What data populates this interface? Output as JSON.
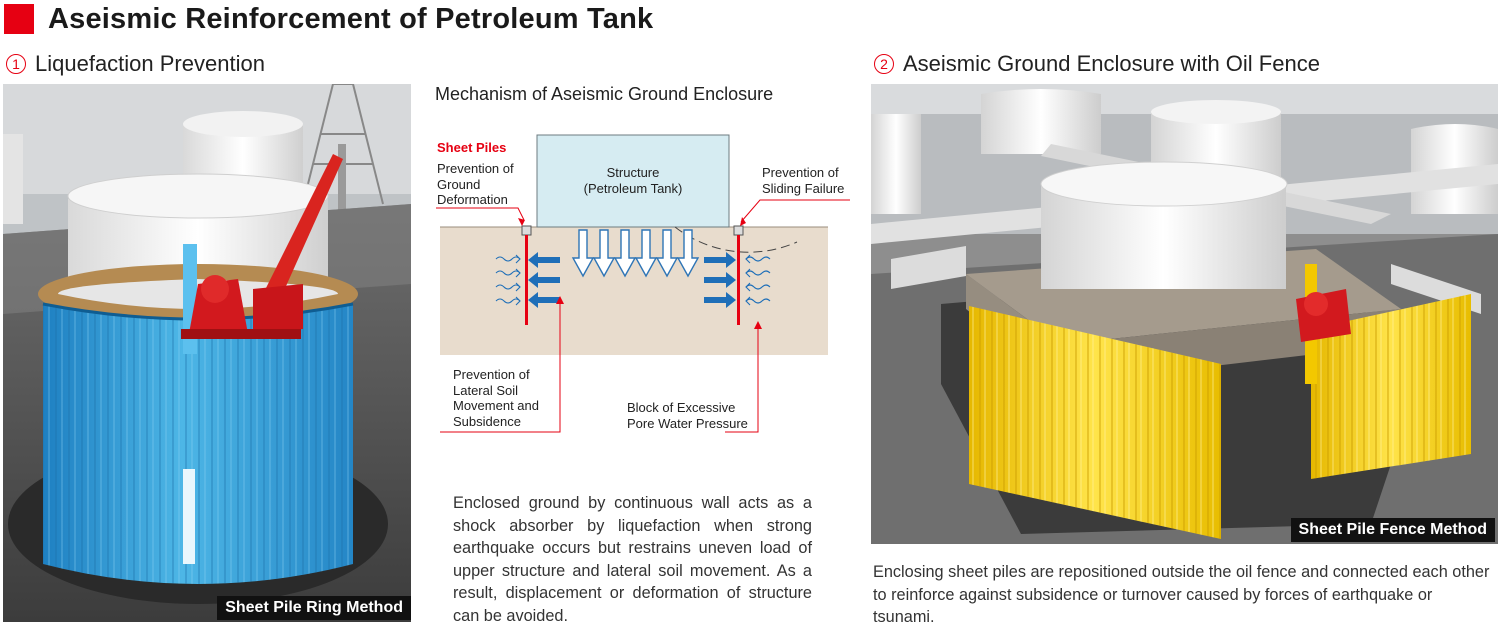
{
  "page": {
    "title": "Aseismic Reinforcement of Petroleum Tank"
  },
  "left_section": {
    "number": "1",
    "heading": "Liquefaction Prevention",
    "image_tag": "Sheet Pile Ring Method"
  },
  "mechanism": {
    "title": "Mechanism of Aseismic Ground Enclosure",
    "sheet_piles_label": "Sheet Piles",
    "ground_deformation": [
      "Prevention of",
      "Ground",
      "Deformation"
    ],
    "structure": [
      "Structure",
      "(Petroleum Tank)"
    ],
    "sliding_failure": [
      "Prevention of",
      "Sliding Failure"
    ],
    "lateral_soil": [
      "Prevention of",
      "Lateral Soil",
      "Movement and",
      "Subsidence"
    ],
    "pore_water": [
      "Block of Excessive",
      "Pore Water Pressure"
    ],
    "description": "Enclosed ground by continuous wall acts as a shock absorber by liquefaction when strong earthquake occurs but restrains uneven load of upper structure and lateral soil movement. As a result, displacement or deformation of structure can be avoided."
  },
  "right_section": {
    "number": "2",
    "heading": "Aseismic Ground Enclosure with Oil Fence",
    "image_tag": "Sheet Pile Fence Method",
    "description": "Enclosing sheet piles are repositioned outside the oil fence and connected each other to reinforce against subsidence or turnover caused by forces of earthquake or tsunami."
  },
  "colors": {
    "accent_red": "#e60012",
    "pile_blue": "#38a6dc",
    "pile_yellow": "#f5d000",
    "soil": "#e8dccd"
  }
}
